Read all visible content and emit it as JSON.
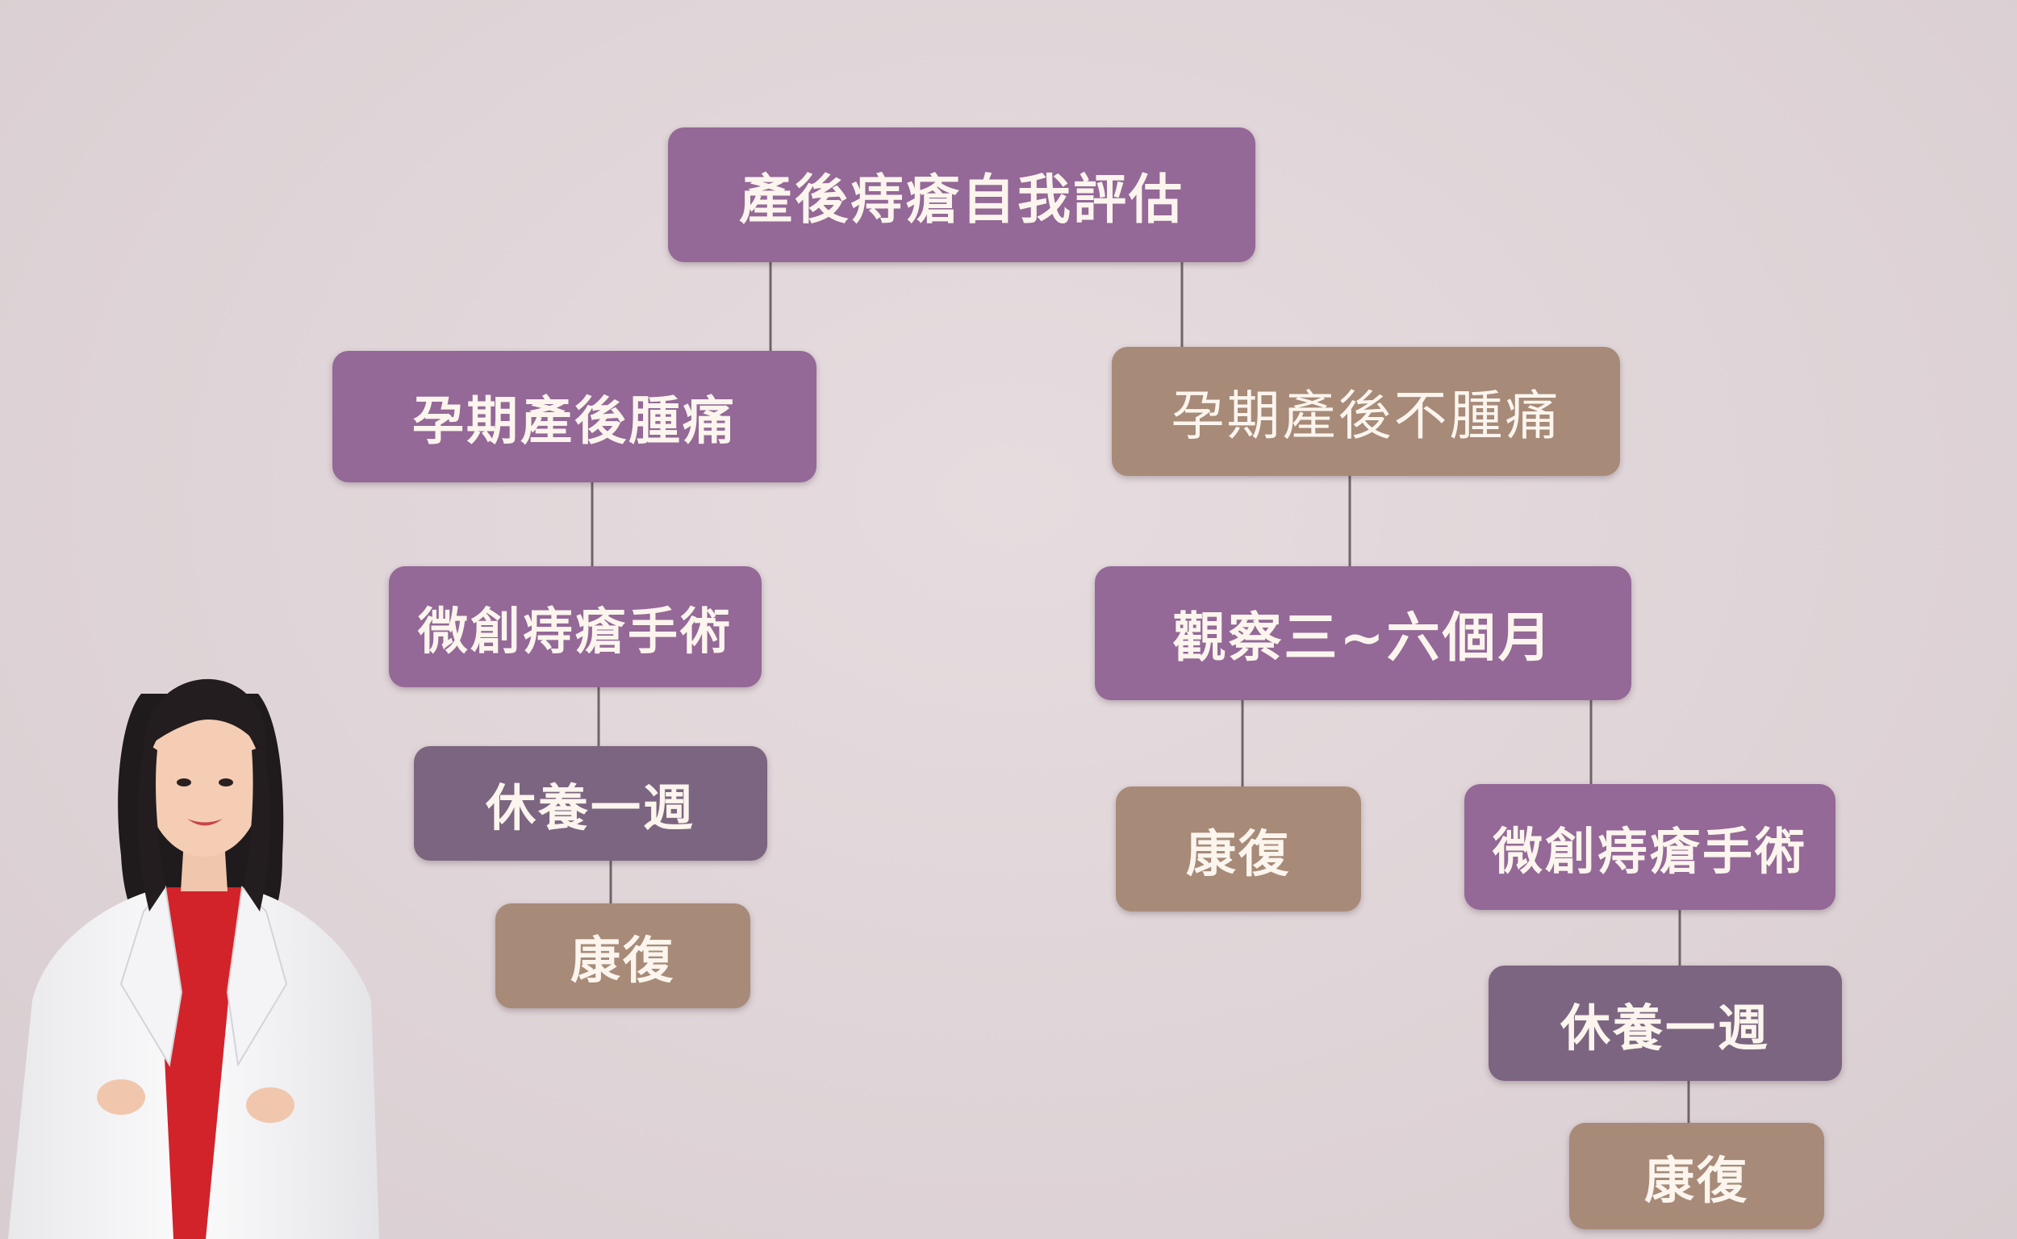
{
  "diagram": {
    "root": "產後痔瘡自我評估",
    "left_branch": {
      "condition": "孕期產後腫痛",
      "treatment": "微創痔瘡手術",
      "rest": "休養一週",
      "outcome": "康復"
    },
    "right_branch": {
      "condition": "孕期產後不腫痛",
      "observe": "觀察三~六個月",
      "outcome_direct": "康復",
      "treatment": "微創痔瘡手術",
      "rest": "休養一週",
      "outcome": "康復"
    }
  },
  "colors": {
    "background": "#e1d6d9",
    "node_purple": "#946897",
    "node_slate": "#7c6580",
    "node_tan": "#a78a78",
    "node_text": "#fbf5ee",
    "connector": "#6f666a"
  }
}
